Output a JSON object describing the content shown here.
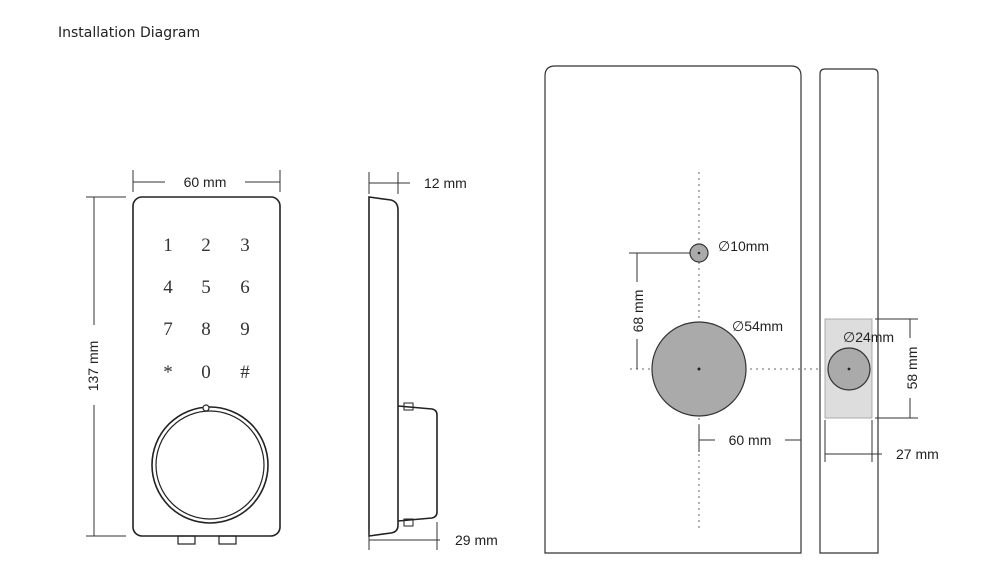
{
  "title": "Installation Diagram",
  "keypad": [
    "1",
    "2",
    "3",
    "4",
    "5",
    "6",
    "7",
    "8",
    "9",
    "*",
    "0",
    "#"
  ],
  "dimensions": {
    "front_width": "60 mm",
    "front_height": "137 mm",
    "side_thickness": "12 mm",
    "side_depth": "29 mm",
    "hole_small": "∅10mm",
    "hole_large": "∅54mm",
    "hole_edge": "∅24mm",
    "hole_spacing": "68 mm",
    "backset": "60 mm",
    "edge_height": "58 mm",
    "edge_width": "27 mm"
  },
  "colors": {
    "line": "#333333",
    "hole_fill": "#aaaaaa",
    "edge_plate": "#dddddd",
    "dotted": "#666666"
  }
}
